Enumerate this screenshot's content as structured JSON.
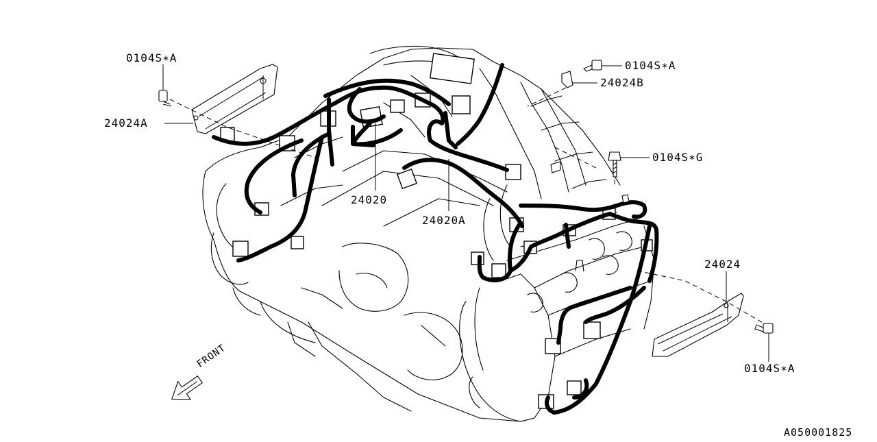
{
  "labels": {
    "bolt_top_left": "0104S∗A",
    "bracket_left": "24024A",
    "bolt_top_right": "0104S∗A",
    "bracket_b": "24024B",
    "bolt_g": "0104S∗G",
    "harness_main": "24020",
    "harness_a": "24020A",
    "bracket_right": "24024",
    "bolt_bottom_right": "0104S∗A",
    "front_arrow": "FRONT",
    "diagram_code": "A050001825"
  }
}
